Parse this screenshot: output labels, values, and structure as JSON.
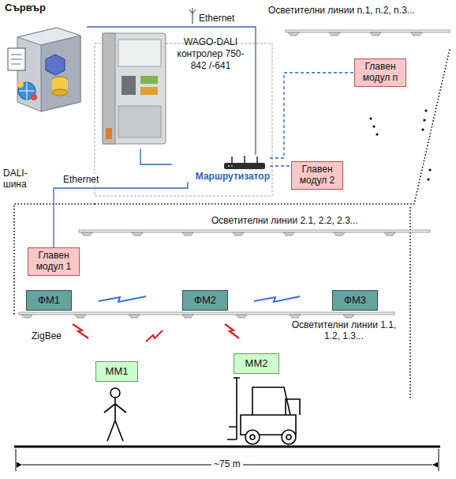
{
  "diagram": {
    "nodes": [
      {
        "text": [
          "Сървър"
        ]
      },
      {
        "text": [
          "WAGO-DALI контролер 750-842 /-641"
        ]
      },
      {
        "text": [
          "Маршрутизатор"
        ]
      },
      {
        "text": [
          "Главен модул n"
        ]
      },
      {
        "text": [
          "Главен модул 2"
        ]
      },
      {
        "text": [
          "Главен модул 1"
        ]
      },
      {
        "text": [
          "ФМ1"
        ]
      },
      {
        "text": [
          "ФМ2"
        ]
      },
      {
        "text": [
          "ФМ3"
        ]
      },
      {
        "text": [
          "ММ1"
        ]
      },
      {
        "text": [
          "ММ2"
        ]
      }
    ],
    "edges": [
      {
        "from": 0,
        "to": 2,
        "arrow": "none",
        "label": "Ethernet"
      },
      {
        "from": 1,
        "to": 2,
        "arrow": "none"
      },
      {
        "from": 2,
        "to": 5,
        "arrow": "none",
        "label": "Ethernet"
      },
      {
        "from": 2,
        "to": 3,
        "arrow": "none"
      },
      {
        "from": 2,
        "to": 4,
        "arrow": "none"
      }
    ],
    "labels": [
      "Осветителни линии n.1, n.2, n.3...",
      "Осветителни линии 2.1, 2.2, 2.3...",
      "DALI- шина",
      "ZigBee",
      "Осветителни линии 1.1, 1.2, 1.3...",
      "~75 m"
    ]
  }
}
